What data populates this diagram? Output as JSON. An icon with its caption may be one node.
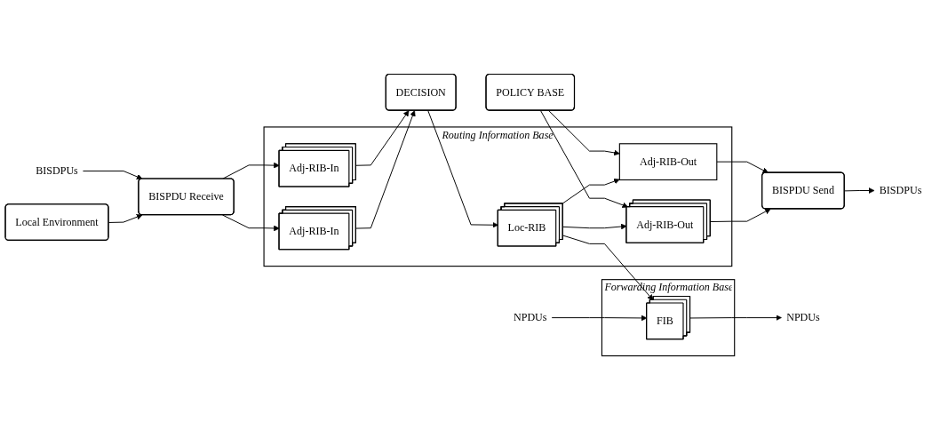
{
  "diagram": {
    "nodes": [
      {
        "text": [
          "Local Environment"
        ]
      },
      {
        "text": [
          "BISPDU Receive"
        ]
      },
      {
        "text": [
          "DECISION"
        ]
      },
      {
        "text": [
          "POLICY BASE"
        ]
      },
      {
        "text": [
          "BISPDU Send"
        ]
      },
      {
        "text": [
          "BISDPUs"
        ]
      },
      {
        "text": [
          "BISDPUs"
        ]
      },
      {
        "text": [
          "Routing Information Base"
        ]
      },
      {
        "text": [
          "Adj-RIB-In"
        ],
        "in": 7
      },
      {
        "text": [
          "Adj-RIB-In"
        ],
        "in": 7
      },
      {
        "text": [
          "Loc-RIB"
        ],
        "in": 7
      },
      {
        "text": [
          "Adj-RIB-Out"
        ],
        "in": 7
      },
      {
        "text": [
          "Adj-RIB-Out"
        ],
        "in": 7
      },
      {
        "text": [
          "Forwarding Information Base"
        ]
      },
      {
        "text": [
          "FIB"
        ],
        "in": 13
      },
      {
        "text": [
          "NPDUs"
        ]
      },
      {
        "text": [
          "NPDUs"
        ]
      }
    ],
    "edges": [
      {
        "from": 0,
        "to": 1,
        "arrow": "to"
      },
      {
        "from": 5,
        "to": 1,
        "arrow": "to"
      },
      {
        "from": 1,
        "to": 8,
        "arrow": "to"
      },
      {
        "from": 1,
        "to": 9,
        "arrow": "to"
      },
      {
        "from": 8,
        "to": 2,
        "arrow": "to"
      },
      {
        "from": 9,
        "to": 2,
        "arrow": "to"
      },
      {
        "from": 2,
        "to": 10,
        "arrow": "to"
      },
      {
        "from": 10,
        "to": 11,
        "arrow": "to"
      },
      {
        "from": 10,
        "to": 12,
        "arrow": "to"
      },
      {
        "from": 3,
        "to": 11,
        "arrow": "to"
      },
      {
        "from": 3,
        "to": 12,
        "arrow": "to"
      },
      {
        "from": 11,
        "to": 4,
        "arrow": "to"
      },
      {
        "from": 12,
        "to": 4,
        "arrow": "to"
      },
      {
        "from": 4,
        "to": 6,
        "arrow": "to"
      },
      {
        "from": 10,
        "to": 14,
        "arrow": "to"
      },
      {
        "from": 15,
        "to": 14,
        "arrow": "to"
      },
      {
        "from": 14,
        "to": 16,
        "arrow": "to"
      }
    ]
  }
}
